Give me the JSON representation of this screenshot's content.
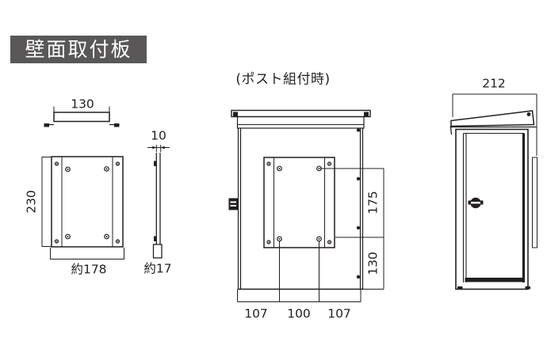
{
  "colors": {
    "line": "#231f20",
    "badge_bg": "#595757",
    "badge_text": "#ffffff",
    "background": "#ffffff"
  },
  "badge": {
    "label": "壁面取付板"
  },
  "plate_top_view": {
    "width_label": "130"
  },
  "plate_front_view": {
    "height_label": "230",
    "width_label": "約178"
  },
  "plate_side_view": {
    "thickness_label": "10",
    "depth_label": "約17"
  },
  "assembled_view": {
    "caption": "(ポスト組付時)",
    "vertical_dims": {
      "hole_pitch": "175",
      "bottom_offset": "130"
    },
    "bottom_dims": [
      "107",
      "100",
      "107"
    ]
  },
  "post_side_view": {
    "depth_label": "212"
  }
}
